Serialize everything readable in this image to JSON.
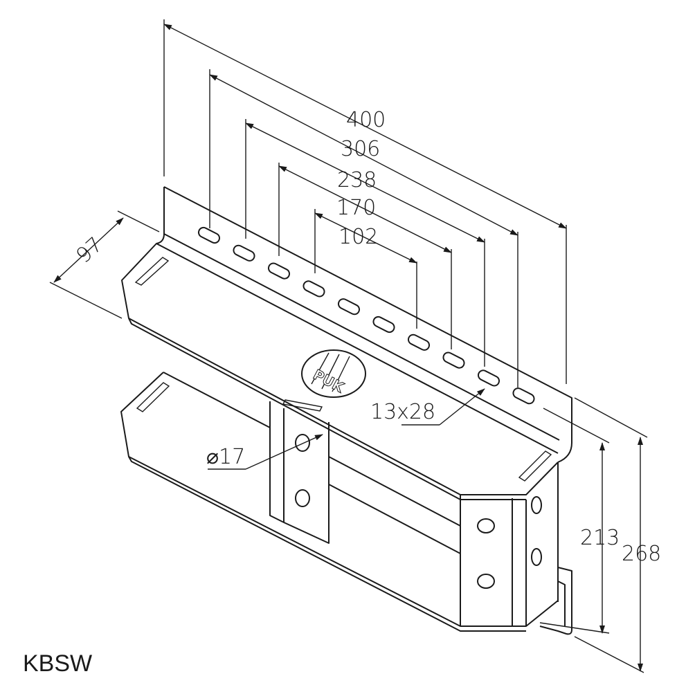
{
  "title": "KBSW",
  "logo_text": "PUK",
  "dimensions": {
    "length_total": "400",
    "slot_span_1": "306",
    "slot_span_2": "238",
    "slot_span_3": "170",
    "slot_span_4": "102",
    "depth": "97",
    "slot_size": "13x28",
    "hole_diameter": "⌀17",
    "height_inner": "213",
    "height_total": "268"
  }
}
